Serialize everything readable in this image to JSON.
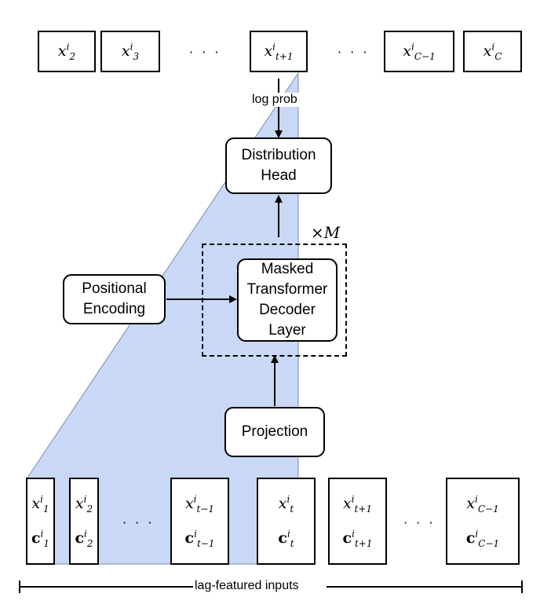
{
  "outputs": [
    {
      "base": "x",
      "sup": "i",
      "sub": "2"
    },
    {
      "base": "x",
      "sup": "i",
      "sub": "3"
    },
    {
      "base": "x",
      "sup": "i",
      "sub": "t+1"
    },
    {
      "base": "x",
      "sup": "i",
      "sub": "C−1"
    },
    {
      "base": "x",
      "sup": "i",
      "sub": "C"
    }
  ],
  "dots": "· · ·",
  "log_prob_label": "log prob",
  "distribution_head": "Distribution Head",
  "repeat_label": "×M",
  "decoder_label": "Masked Transformer Decoder Layer",
  "positional_encoding": "Positional Encoding",
  "projection": "Projection",
  "inputs": [
    {
      "x_sub": "1",
      "c_sub": "1"
    },
    {
      "x_sub": "2",
      "c_sub": "2"
    },
    {
      "x_sub": "t−1",
      "c_sub": "t−1"
    },
    {
      "x_sub": "t",
      "c_sub": "t"
    },
    {
      "x_sub": "t+1",
      "c_sub": "t+1"
    },
    {
      "x_sub": "C−1",
      "c_sub": "C−1"
    }
  ],
  "input_sup": "i",
  "x_base": "x",
  "c_base": "c",
  "bracket_label": "lag-featured inputs",
  "colors": {
    "shade": "#c9d8f5",
    "shade_stroke": "#7a8ab0",
    "line": "#000000"
  }
}
